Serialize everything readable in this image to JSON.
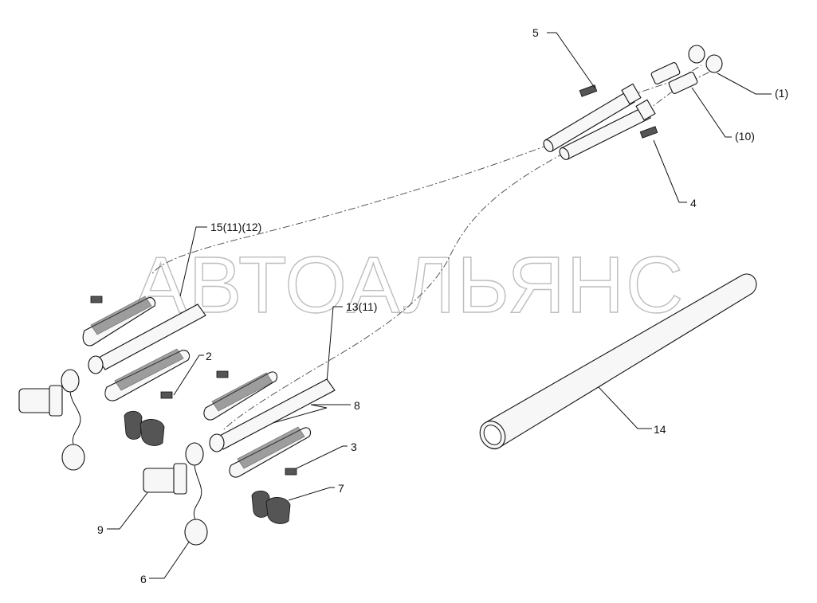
{
  "watermark": "АВТОАЛЬЯНС",
  "labels": {
    "l1": "(1)",
    "l10": "(10)",
    "l5": "5",
    "l4": "4",
    "l15": "15(11)(12)",
    "l13": "13(11)",
    "l2": "2",
    "l8": "8",
    "l3": "3",
    "l7": "7",
    "l9": "9",
    "l6": "6",
    "l14": "14"
  }
}
